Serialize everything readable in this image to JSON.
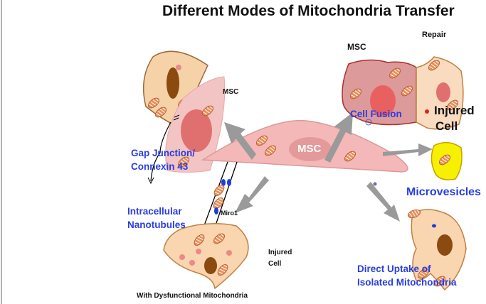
{
  "title": "Different Modes of Mitochondria Transfer",
  "labels": {
    "msc_top_left": "MSC",
    "msc_center": "MSC",
    "msc_fusion": "MSC",
    "repair": "Repair",
    "cell_fusion": "Cell Fusion",
    "injured_cell_right_1": "Injured",
    "injured_cell_right_2": "Cell",
    "gap_junction_1": "Gap Junction/",
    "gap_junction_2": "Connexin 43",
    "microvesicles": "Microvesicles",
    "intracellular_1": "Intracellular",
    "intracellular_2": "Nanotubules",
    "miro1": "Miro1",
    "injured_cell_bottom_1": "Injured",
    "injured_cell_bottom_2": "Cell",
    "dysfunctional": "With Dysfunctional Mitochondria",
    "direct_uptake_1": "Direct Uptake of",
    "direct_uptake_2": "Isolated Mitochondria"
  },
  "colors": {
    "mode_label": "#2a3de0",
    "msc_cell": "#f2b8b8",
    "injured_cell": "#f9d5b0",
    "arrow": "#9a9a9a",
    "microvesicle_cell": "#f7f000"
  }
}
